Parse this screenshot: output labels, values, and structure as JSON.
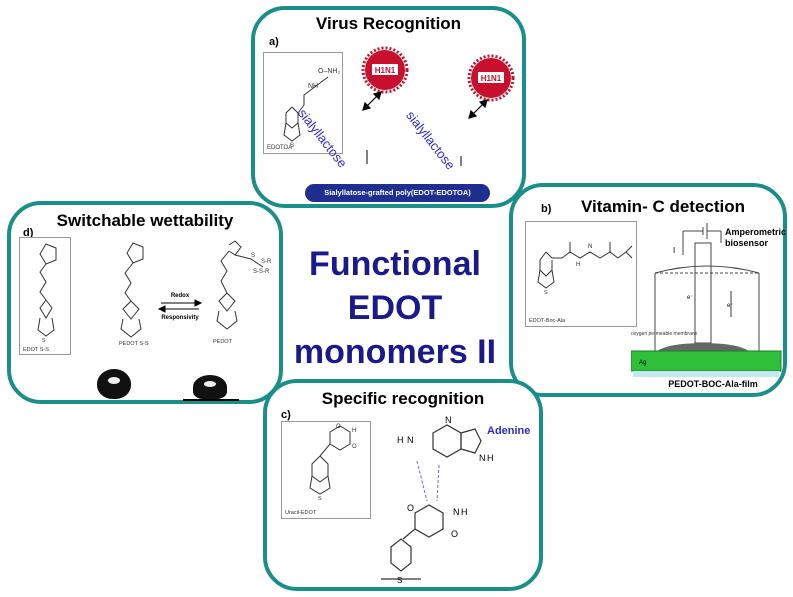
{
  "center_title": {
    "line1": "Functional",
    "line2": "EDOT",
    "line3": "monomers II"
  },
  "panel_a": {
    "title": "Virus Recognition",
    "label": "a)",
    "molecule": "EDOTOA",
    "nh2": "O–NH₂",
    "nh": "NH",
    "virus": "H1N1",
    "sugar": "sialyllactose",
    "film": "Sialyllatose-grafted poly(EDOT-EDOTOA)"
  },
  "panel_b": {
    "title": "Vitamin- C detection",
    "label": "b)",
    "molecule": "EDOT-Boc-Ala",
    "biosensor": "Amperometric biosensor",
    "membrane": "oxygen permeable membrane",
    "film": "PEDOT-BOC-Ala-film",
    "ag": "Ag"
  },
  "panel_c": {
    "title": "Specific recognition",
    "label": "c)",
    "molecule": "Uracil-EDOT",
    "adenine": "Adenine"
  },
  "panel_d": {
    "title": "Switchable wettability",
    "label": "d)",
    "mol1": "EDOT S-S",
    "mol2": "PEDOT S-S",
    "mol3": "PEDOT",
    "redox": "Redox",
    "responsivity": "Responsivity"
  },
  "colors": {
    "border": "#1a8f8a",
    "title_blue": "#1a1a8c",
    "sugar_blue": "#2a2ad0",
    "film_blue": "#1f2f8f",
    "virus_red": "#c8102e",
    "film_green": "#2fbf3a"
  }
}
